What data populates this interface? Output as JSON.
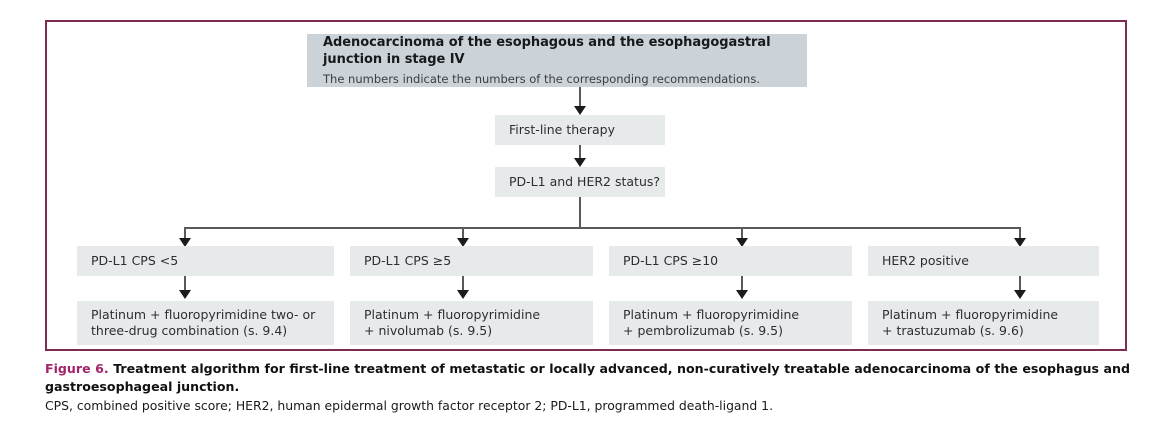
{
  "figure": {
    "border_color": "#7d2b52",
    "header": {
      "title": "Adenocarcinoma of the esophagous and the esophagogastral junction in stage IV",
      "subtitle": "The numbers indicate the numbers of the corresponding  recommendations.",
      "fill": "#ccd3d8"
    },
    "nodes": {
      "first_line": "First-line therapy",
      "status": "PD-L1 and HER2 status?"
    },
    "branches": [
      {
        "criterion": "PD-L1 CPS <5",
        "treatment_line1": "Platinum + fluoropyrimidine two- or",
        "treatment_line2": "three-drug combination (s. 9.4)"
      },
      {
        "criterion": "PD-L1 CPS ≥5",
        "treatment_line1": "Platinum + fluoropyrimidine",
        "treatment_line2": "+ nivolumab (s. 9.5)"
      },
      {
        "criterion": "PD-L1 CPS ≥10",
        "treatment_line1": "Platinum + fluoropyrimidine",
        "treatment_line2": "+ pembrolizumab (s. 9.5)"
      },
      {
        "criterion": "HER2 positive",
        "treatment_line1": "Platinum + fluoropyrimidine",
        "treatment_line2": "+ trastuzumab (s. 9.6)"
      }
    ],
    "box_fill": "#e7eaeb"
  },
  "caption": {
    "figure_number": "Figure 6.",
    "title": " Treatment algorithm for first-line treatment of metastatic or locally advanced, non-curatively treatable adenocarcinoma of the esophagus and gastroesophageal junction.",
    "abbreviations": "CPS, combined positive score; HER2, human epidermal growth factor receptor 2; PD-L1, programmed death-ligand 1.",
    "number_color": "#a3246b"
  }
}
